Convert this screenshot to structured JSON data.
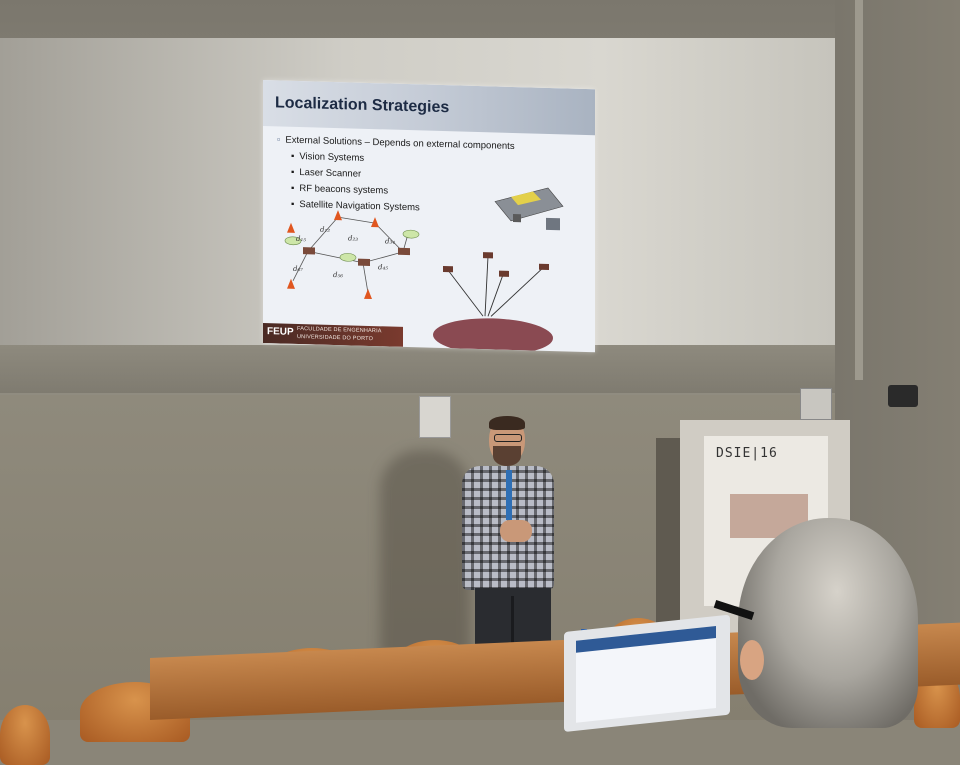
{
  "slide": {
    "title": "Localization Strategies",
    "bullet_main": "External Solutions – Depends on external components",
    "bullets": [
      "Vision Systems",
      "Laser Scanner",
      "RF beacons systems",
      "Satellite Navigation Systems"
    ],
    "footer_logo": "FEUP",
    "footer_line1": "FACULDADE DE ENGENHARIA",
    "footer_line2": "UNIVERSIDADE DO PORTO",
    "diagram_labels": [
      "d₁₂",
      "d₂₃",
      "d₃₄",
      "d₁₅",
      "d₄₅",
      "d₅₆",
      "d₆₇"
    ]
  },
  "poster": {
    "title": "DSIE|16"
  }
}
